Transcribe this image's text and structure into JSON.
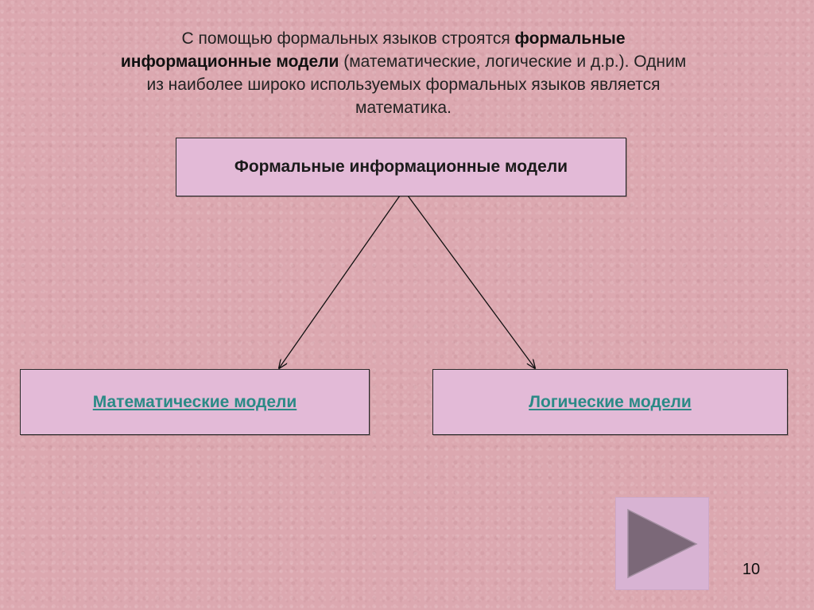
{
  "intro": {
    "text_before": "С помощью формальных языков строятся ",
    "text_bold": "формальные информационные модели",
    "text_after": " (математические, логические и д.р.). Одним из наиболее широко используемых формальных языков является математика."
  },
  "diagram": {
    "root": "Формальные информационные модели",
    "children": [
      {
        "label": "Математические модели",
        "is_link": true
      },
      {
        "label": "Логические модели",
        "is_link": true
      }
    ],
    "colors": {
      "box_fill": "#e3bad7",
      "link_text": "#2b8a86",
      "background": "#dca8b0"
    }
  },
  "navigation": {
    "next_icon": "play-triangle-icon",
    "next_icon_color": "#7b6878"
  },
  "page_number": "10"
}
